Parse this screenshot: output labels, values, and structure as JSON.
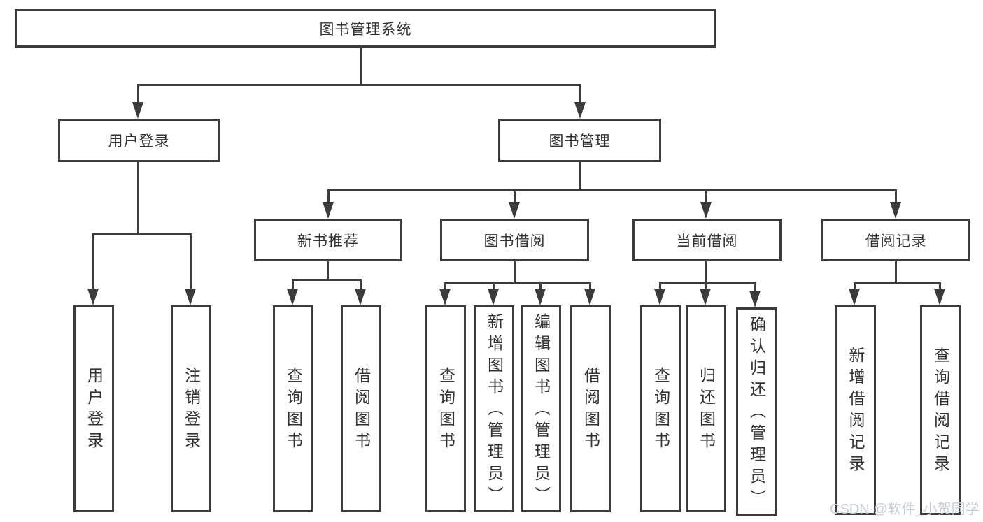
{
  "diagram_type": "hierarchy-tree",
  "tree": {
    "label": "图书管理系统",
    "children": [
      {
        "label": "用户登录",
        "children": [
          {
            "label": "用户登录"
          },
          {
            "label": "注销登录"
          }
        ]
      },
      {
        "label": "图书管理",
        "children": [
          {
            "label": "新书推荐",
            "children": [
              {
                "label": "查询图书"
              },
              {
                "label": "借阅图书"
              }
            ]
          },
          {
            "label": "图书借阅",
            "children": [
              {
                "label": "查询图书"
              },
              {
                "label": "新增图书（管理员）"
              },
              {
                "label": "编辑图书（管理员）"
              },
              {
                "label": "借阅图书"
              }
            ]
          },
          {
            "label": "当前借阅",
            "children": [
              {
                "label": "查询图书"
              },
              {
                "label": "归还图书"
              },
              {
                "label": "确认归还（管理员）"
              }
            ]
          },
          {
            "label": "借阅记录",
            "children": [
              {
                "label": "新增借阅记录"
              },
              {
                "label": "查询借阅记录"
              }
            ]
          }
        ]
      }
    ]
  },
  "watermark": {
    "text": "CSDN @软件_小贺同学"
  },
  "colors": {
    "line": "#3b3b3b",
    "box_border": "#3b3b3b",
    "box_background": "#ffffff",
    "text": "#333333",
    "watermark": "#c9cdd6"
  }
}
